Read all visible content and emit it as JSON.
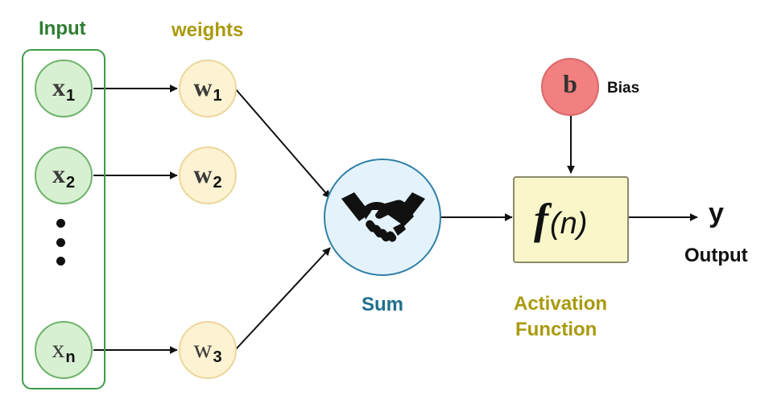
{
  "labels": {
    "input": "Input",
    "weights": "weights",
    "sum": "Sum",
    "bias": "Bias",
    "activation_line1": "Activation",
    "activation_line2": "Function",
    "output": "Output"
  },
  "inputs": [
    {
      "symbol": "x",
      "sub": "1"
    },
    {
      "symbol": "x",
      "sub": "2"
    },
    {
      "symbol": "x",
      "sub": "n"
    }
  ],
  "weights": [
    {
      "symbol": "w",
      "sub": "1"
    },
    {
      "symbol": "w",
      "sub": "2"
    },
    {
      "symbol": "w",
      "sub": "3"
    }
  ],
  "bias_symbol": "b",
  "activation": {
    "f": "f",
    "arg": "(n)"
  },
  "output_symbol": "y",
  "sum_icon": "handshake-icon",
  "colors": {
    "input_label": "#2e7d32",
    "weights_label": "#a99a0e",
    "sum_label": "#1f6f8b",
    "activation_label": "#a99a0e",
    "input_border": "#3f9b4a",
    "input_fill": "#d8f0d2",
    "weight_fill": "#fdf2d2",
    "sum_fill": "#e4f3fb",
    "sum_border": "#2f7fa6",
    "bias_fill": "#f28080",
    "activation_fill": "#f9f7c9"
  }
}
